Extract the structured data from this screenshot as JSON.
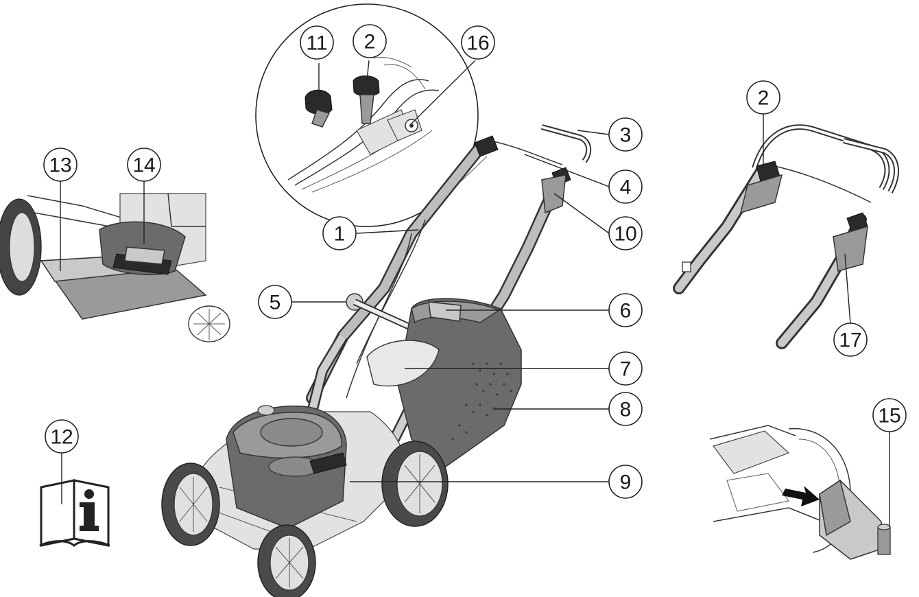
{
  "callouts": {
    "c1": "1",
    "c2": "2",
    "c2b": "2",
    "c3": "3",
    "c4": "4",
    "c5": "5",
    "c6": "6",
    "c7": "7",
    "c8": "8",
    "c9": "9",
    "c10": "10",
    "c11": "11",
    "c12": "12",
    "c13": "13",
    "c14": "14",
    "c15": "15",
    "c16": "16",
    "c17": "17"
  },
  "manual_icon": {
    "glyph": "i"
  },
  "colors": {
    "line": "#222222",
    "housing_dark": "#6b6b6b",
    "housing_mid": "#9a9a9a",
    "housing_light": "#c9c9c9"
  }
}
